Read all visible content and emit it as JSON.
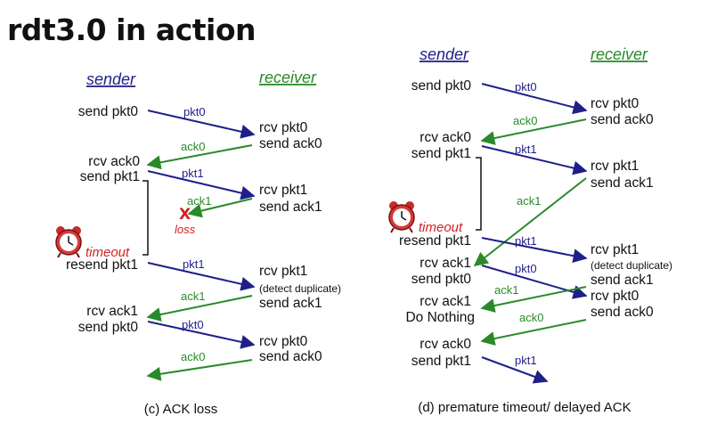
{
  "title": "rdt3.0 in action",
  "colors": {
    "blue": "#1f1f8a",
    "green": "#2a8a2a",
    "red": "#d42020"
  },
  "left": {
    "sender": "sender",
    "receiver": "receiver",
    "caption": "(c) ACK loss",
    "s1": "send pkt0",
    "r1": "rcv pkt0",
    "r1b": "send ack0",
    "s2": "rcv ack0",
    "s2b": "send pkt1",
    "r2": "rcv pkt1",
    "r2b": "send ack1",
    "loss_mark": "X",
    "loss": "loss",
    "timeout": "timeout",
    "s3": "resend pkt1",
    "r3": "rcv pkt1",
    "r3note": "(detect duplicate)",
    "r3b": "send ack1",
    "s4": "rcv ack1",
    "s4b": "send pkt0",
    "r4": "rcv pkt0",
    "r4b": "send ack0",
    "a1": "pkt0",
    "a2": "ack0",
    "a3": "pkt1",
    "a4": "ack1",
    "a5": "pkt1",
    "a6": "ack1",
    "a7": "pkt0",
    "a8": "ack0"
  },
  "right": {
    "sender": "sender",
    "receiver": "receiver",
    "caption": "(d) premature timeout/ delayed ACK",
    "s1": "send pkt0",
    "r1": "rcv pkt0",
    "r1b": "send ack0",
    "s2": "rcv ack0",
    "s2b": "send pkt1",
    "r2": "rcv pkt1",
    "r2b": "send ack1",
    "timeout": "timeout",
    "s3": "resend pkt1",
    "s4": "rcv ack1",
    "s4b": "send pkt0",
    "r3": "rcv pkt1",
    "r3note": "(detect duplicate)",
    "r3b": "send ack1",
    "s5": "rcv ack1",
    "s5b": "Do Nothing",
    "r4": "rcv pkt0",
    "r4b": "send ack0",
    "s6": "rcv ack0",
    "s6b": "send pkt1",
    "a1": "pkt0",
    "a2": "ack0",
    "a3": "pkt1",
    "a4": "ack1",
    "a5": "pkt1",
    "a6": "pkt0",
    "a7": "ack1",
    "a8": "ack0",
    "a9": "pkt1"
  }
}
